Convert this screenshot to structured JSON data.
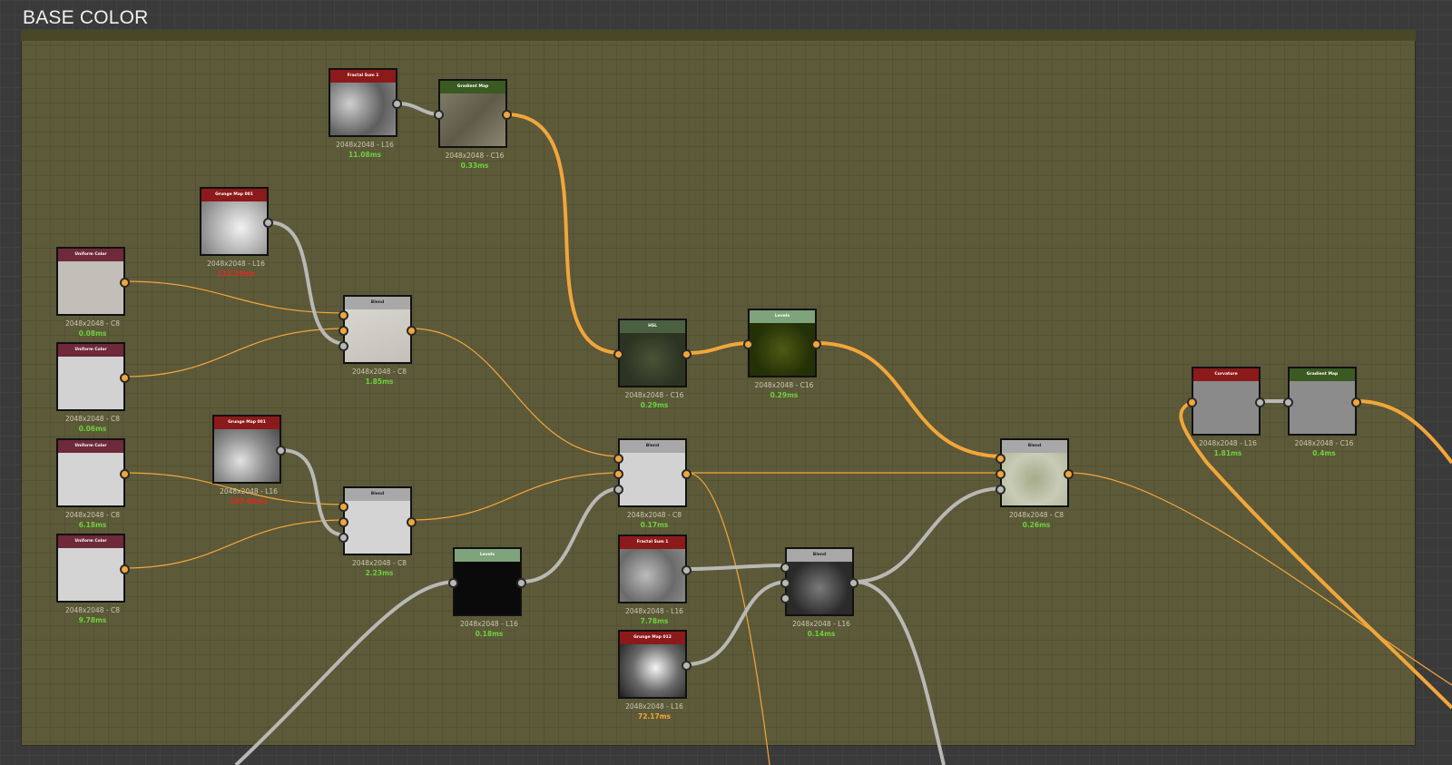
{
  "frame": {
    "title": "BASE COLOR"
  },
  "colors": {
    "frame_bg": "#5d5a3a",
    "wire_color": "#f2a63a",
    "wire_gray": "#b8b8b4",
    "time_ok": "#6cd23b",
    "time_warn": "#f2a63a",
    "time_slow": "#e02a20"
  },
  "nodes": {
    "fractal_sum_1_top": {
      "title": "Fractal Sum 1",
      "resolution": "2048x2048 - L16",
      "time": "11.08ms"
    },
    "gradient_map_top": {
      "title": "Gradient Map",
      "resolution": "2048x2048 - C16",
      "time": "0.33ms"
    },
    "grunge_map_001_a": {
      "title": "Grunge Map 001",
      "resolution": "2048x2048 - L16",
      "time": "112.19ms"
    },
    "uniform_color_1": {
      "title": "Uniform Color",
      "resolution": "2048x2048 - C8",
      "time": "0.08ms"
    },
    "uniform_color_2": {
      "title": "Uniform Color",
      "resolution": "2048x2048 - C8",
      "time": "0.06ms"
    },
    "uniform_color_3": {
      "title": "Uniform Color",
      "resolution": "2048x2048 - C8",
      "time": "6.18ms"
    },
    "uniform_color_4": {
      "title": "Uniform Color",
      "resolution": "2048x2048 - C8",
      "time": "9.78ms"
    },
    "blend_1": {
      "title": "Blend",
      "resolution": "2048x2048 - C8",
      "time": "1.85ms"
    },
    "grunge_map_001_b": {
      "title": "Grunge Map 001",
      "resolution": "2048x2048 - L16",
      "time": "107.68ms"
    },
    "blend_2": {
      "title": "Blend",
      "resolution": "2048x2048 - C8",
      "time": "2.23ms"
    },
    "hsl": {
      "title": "HSL",
      "resolution": "2048x2048 - C16",
      "time": "0.29ms"
    },
    "levels_top": {
      "title": "Levels",
      "resolution": "2048x2048 - C16",
      "time": "0.29ms"
    },
    "blend_3": {
      "title": "Blend",
      "resolution": "2048x2048 - C8",
      "time": "0.17ms"
    },
    "levels_bottom": {
      "title": "Levels",
      "resolution": "2048x2048 - L16",
      "time": "0.18ms"
    },
    "fractal_sum_1_bottom": {
      "title": "Fractal Sum 1",
      "resolution": "2048x2048 - L16",
      "time": "7.78ms"
    },
    "grunge_map_012": {
      "title": "Grunge Map 012",
      "resolution": "2048x2048 - L16",
      "time": "72.17ms"
    },
    "blend_gray": {
      "title": "Blend",
      "resolution": "2048x2048 - L16",
      "time": "0.14ms"
    },
    "blend_final": {
      "title": "Blend",
      "resolution": "2048x2048 - C8",
      "time": "0.26ms"
    },
    "curvature": {
      "title": "Curvature",
      "resolution": "2048x2048 - L16",
      "time": "1.81ms"
    },
    "gradient_map_right": {
      "title": "Gradient Map",
      "resolution": "2048x2048 - C16",
      "time": "0.4ms"
    }
  }
}
